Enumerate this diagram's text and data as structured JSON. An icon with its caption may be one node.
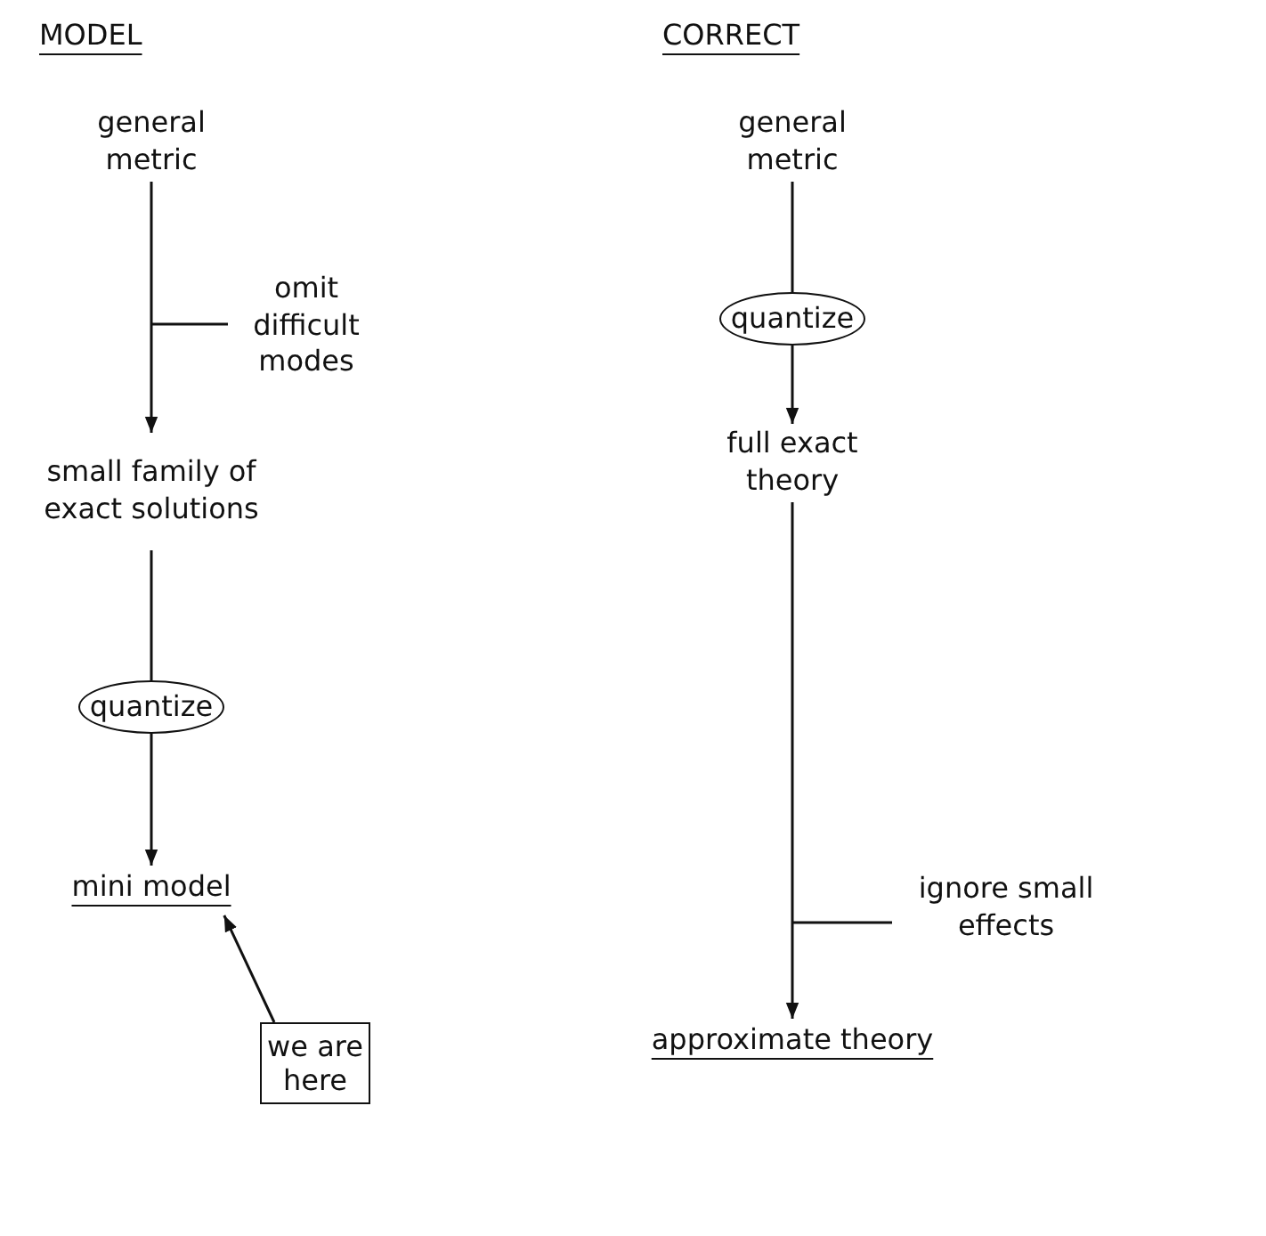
{
  "diagram": {
    "nodes": [
      {
        "text": [
          "general metric"
        ]
      },
      {
        "text": [
          "omit difficult modes"
        ]
      },
      {
        "text": [
          "small family of exact solutions"
        ]
      },
      {
        "text": [
          "quantize"
        ]
      },
      {
        "text": [
          "mini model"
        ]
      },
      {
        "text": [
          "we are here"
        ]
      },
      {
        "text": [
          "general metric"
        ]
      },
      {
        "text": [
          "quantize"
        ]
      },
      {
        "text": [
          "full exact theory"
        ]
      },
      {
        "text": [
          "ignore small effects"
        ]
      },
      {
        "text": [
          "approximate theory"
        ]
      }
    ],
    "edges": [
      {
        "from": 0,
        "to": 2,
        "arrow": "to"
      },
      {
        "from": 1,
        "to": null,
        "arrow": "none"
      },
      {
        "from": 2,
        "to": 3,
        "arrow": "none"
      },
      {
        "from": 3,
        "to": 4,
        "arrow": "to"
      },
      {
        "from": 5,
        "to": 4,
        "arrow": "to"
      },
      {
        "from": 6,
        "to": 7,
        "arrow": "none"
      },
      {
        "from": 7,
        "to": 8,
        "arrow": "to"
      },
      {
        "from": 8,
        "to": 10,
        "arrow": "to"
      },
      {
        "from": 9,
        "to": null,
        "arrow": "none"
      }
    ],
    "labels": [
      "MODEL",
      "CORRECT"
    ]
  }
}
